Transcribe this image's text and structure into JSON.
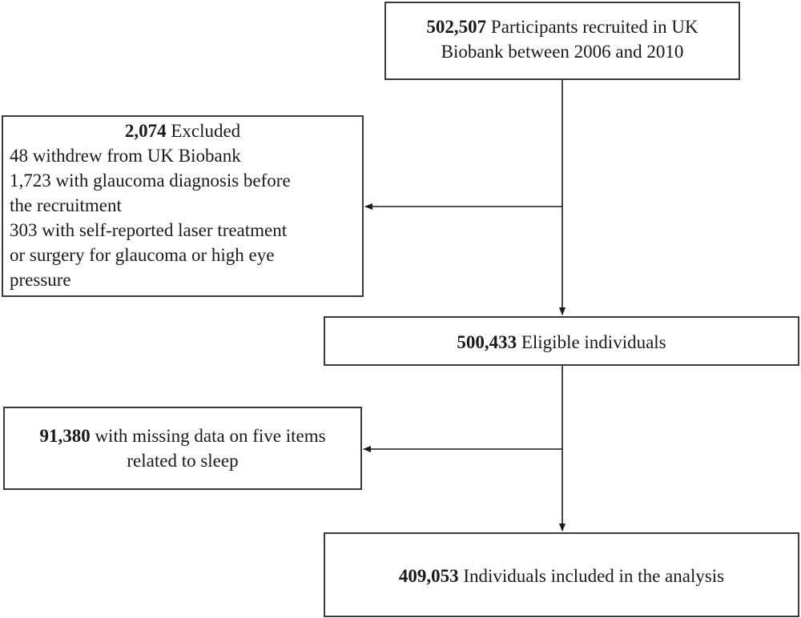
{
  "top": {
    "count": "502,507",
    "line1": " Participants recruited in  UK",
    "line2": "Biobank between 2006 and 2010"
  },
  "excluded": {
    "count": "2,074",
    "label": " Excluded",
    "lines": [
      "48  withdrew from UK Biobank",
      "1,723 with glaucoma diagnosis before",
      "the recruitment",
      "303 with self-reported   laser treatment",
      "or surgery for glaucoma or high eye",
      "pressure"
    ]
  },
  "eligible": {
    "count": "500,433",
    "label": " Eligible individuals"
  },
  "missing": {
    "count": "91,380",
    "line1": " with missing data on five items",
    "line2": "related to sleep"
  },
  "final": {
    "count": "409,053",
    "label": " Individuals included in the analysis"
  },
  "colors": {
    "border": "#3a3a3a",
    "arrow": "#1a1a1a",
    "text": "#1a1a1a"
  }
}
